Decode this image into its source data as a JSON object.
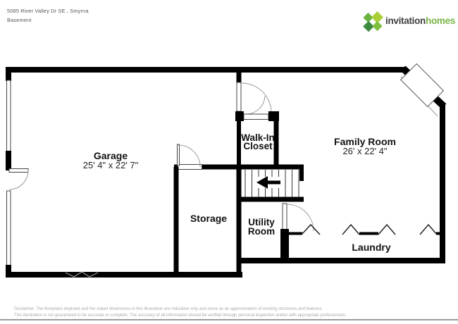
{
  "header": {
    "address": "5085 River Valley Dr SE , Smyrna",
    "floor": "Basement"
  },
  "logo": {
    "brand_word1": "invitation",
    "brand_word2": "homes",
    "icon": "diamond-pinwheel-icon",
    "colors": {
      "brand_dark": "#414042",
      "brand_green": "#7ab648",
      "icon_greens": [
        "#6cb33e",
        "#a9cf38",
        "#3c8a40",
        "#7fbf3f"
      ]
    }
  },
  "plan": {
    "wall_color": "#000000",
    "rooms": {
      "garage": {
        "name": "Garage",
        "dimensions": "25' 4\" x 22' 7\""
      },
      "walk_in_closet": {
        "name_line1": "Walk-In",
        "name_line2": "Closet"
      },
      "family_room": {
        "name": "Family Room",
        "dimensions": "26' x 22' 4\""
      },
      "storage": {
        "name": "Storage"
      },
      "utility_room": {
        "name_line1": "Utility",
        "name_line2": "Room"
      },
      "laundry": {
        "name": "Laundry"
      }
    }
  },
  "footer": {
    "disclaimer_line1": "Disclaimer: The floorplans depicted and the stated dimensions in this illustration are indicative only and serve as an approximation of existing structures and features.",
    "disclaimer_line2": "This illustration is not guaranteed to be accurate or complete. The accuracy of all information should be verified through personal inspection and/or with appropriate professionals."
  }
}
